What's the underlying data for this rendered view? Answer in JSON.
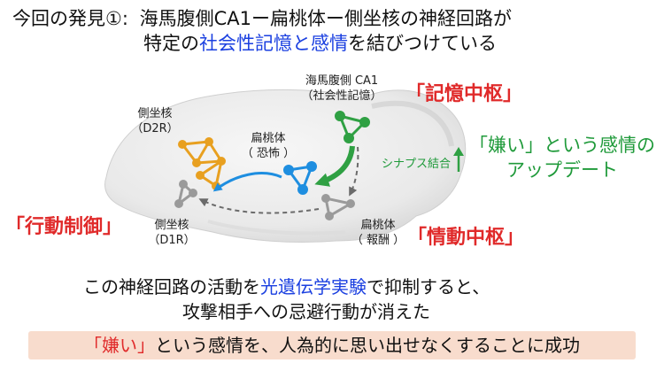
{
  "title": {
    "line1_prefix": "今回の発見①:",
    "line1_text": "海馬腹側CA1ー扁桃体ー側坐核の神経回路が",
    "line2_a": "特定の",
    "line2_b": "社会性記憶と感情",
    "line2_c": "を結びつけている"
  },
  "regions": {
    "ca1_name": "海馬腹側 CA1",
    "ca1_role": "（社会性記憶）",
    "nac_d2r_name": "側坐核",
    "nac_d2r_sub": "（D2R）",
    "amy_fear_name": "扁桃体",
    "amy_fear_sub": "（ 恐怖 ）",
    "nac_d1r_name": "側坐核",
    "nac_d1r_sub": "（D1R）",
    "amy_reward_name": "扁桃体",
    "amy_reward_sub": "（ 報酬 ）"
  },
  "centers": {
    "memory": "「記憶中枢」",
    "behavior": "「行動制御」",
    "emotion": "「情動中枢」"
  },
  "synapse": {
    "label": "シナプス結合",
    "update_line1": "「嫌い」という感情の",
    "update_line2": "アップデート"
  },
  "body": {
    "line1_a": "この神経回路の活動を",
    "line1_b": "光遺伝学実験",
    "line1_c": "で抑制すると、",
    "line2": "攻撃相手への忌避行動が消えた"
  },
  "result": {
    "highlight": "「嫌い」",
    "rest": "という感情を、人為的に思い出せなくすることに成功"
  },
  "colors": {
    "orange": "#e8a020",
    "blue": "#1e8ee0",
    "green": "#2fa043",
    "gray": "#9a9a9a",
    "red": "#e02a2a",
    "result_bg": "#f8dccd"
  }
}
